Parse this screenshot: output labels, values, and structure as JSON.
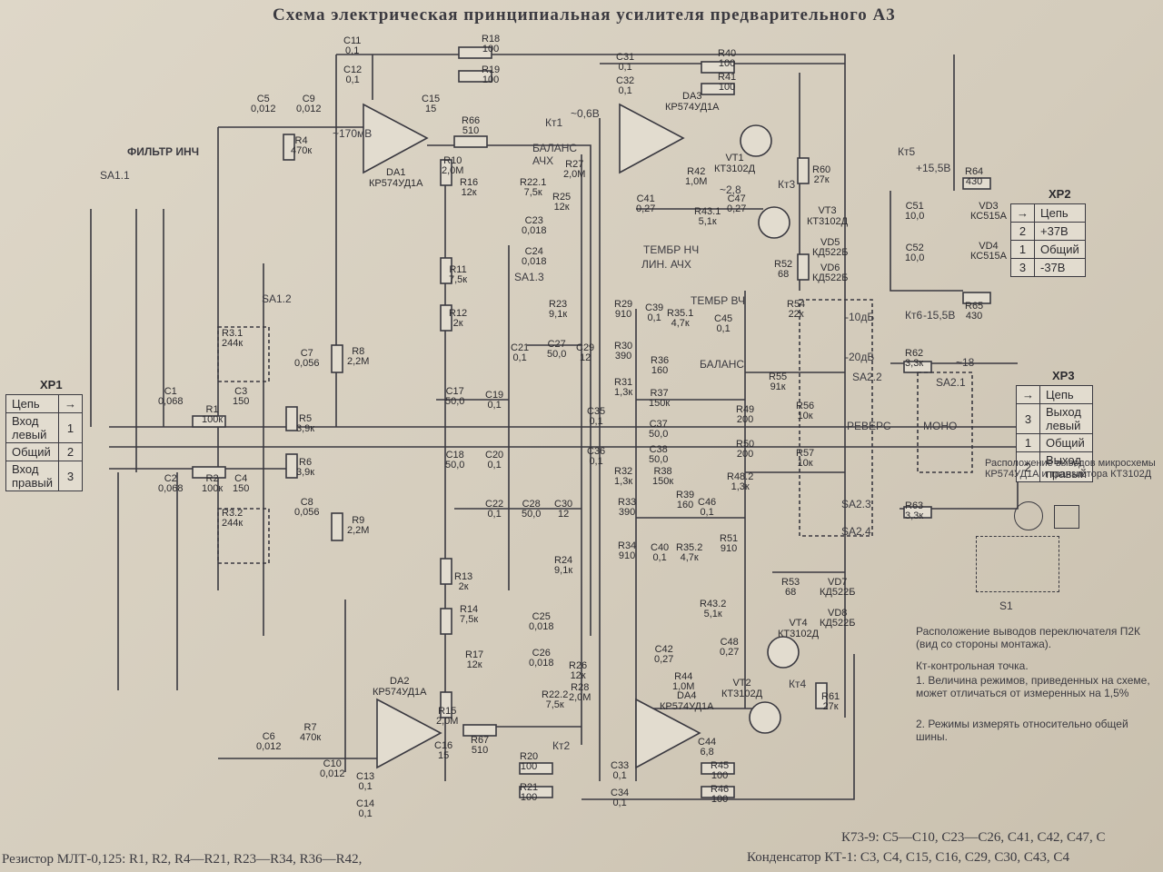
{
  "title": "Схема электрическая принципиальная усилителя предварительного А3",
  "connectors": {
    "xp1": {
      "name": "XP1",
      "rows": [
        {
          "label": "Цепь",
          "pin": "→"
        },
        {
          "label": "Вход левый",
          "pin": "1"
        },
        {
          "label": "Общий",
          "pin": "2"
        },
        {
          "label": "Вход правый",
          "pin": "3"
        }
      ]
    },
    "xp2": {
      "name": "XP2",
      "rows": [
        {
          "pin": "→",
          "label": "Цепь"
        },
        {
          "pin": "2",
          "label": "+37В"
        },
        {
          "pin": "1",
          "label": "Общий"
        },
        {
          "pin": "3",
          "label": "-37В"
        }
      ]
    },
    "xp3": {
      "name": "XP3",
      "rows": [
        {
          "pin": "→",
          "label": "Цепь"
        },
        {
          "pin": "3",
          "label": "Выход левый"
        },
        {
          "pin": "1",
          "label": "Общий"
        },
        {
          "pin": "2",
          "label": "Выход правый"
        }
      ]
    }
  },
  "chips": [
    {
      "name": "DA1",
      "part": "КР574УД1А"
    },
    {
      "name": "DA2",
      "part": "КР574УД1А"
    },
    {
      "name": "DA3",
      "part": "КР574УД1А"
    },
    {
      "name": "DA4",
      "part": "КР574УД1А"
    }
  ],
  "transistors": [
    {
      "name": "VT1",
      "part": "КТ3102Д"
    },
    {
      "name": "VT2",
      "part": "КТ3102Д"
    },
    {
      "name": "VT3",
      "part": "КТ3102Д"
    },
    {
      "name": "VT4",
      "part": "КТ3102Д"
    }
  ],
  "components": [
    {
      "ref": "R18",
      "value": "100"
    },
    {
      "ref": "R19",
      "value": "100"
    },
    {
      "ref": "R40",
      "value": "100"
    },
    {
      "ref": "R41",
      "value": "100"
    },
    {
      "ref": "C11",
      "value": "0,1"
    },
    {
      "ref": "C12",
      "value": "0,1"
    },
    {
      "ref": "C31",
      "value": "0,1"
    },
    {
      "ref": "C32",
      "value": "0,1"
    },
    {
      "ref": "C5",
      "value": "0,012"
    },
    {
      "ref": "C9",
      "value": "0,012"
    },
    {
      "ref": "R4",
      "value": "470к"
    },
    {
      "ref": "C15",
      "value": "15"
    },
    {
      "ref": "R66",
      "value": "510"
    },
    {
      "ref": "R10",
      "value": "2,0М"
    },
    {
      "ref": "R16",
      "value": "12к"
    },
    {
      "ref": "R27",
      "value": "2,0М"
    },
    {
      "ref": "R22.1",
      "value": "7,5к"
    },
    {
      "ref": "R25",
      "value": "12к"
    },
    {
      "ref": "C23",
      "value": "0,018"
    },
    {
      "ref": "C24",
      "value": "0,018"
    },
    {
      "ref": "R11",
      "value": "7,5к"
    },
    {
      "ref": "R12",
      "value": "2к"
    },
    {
      "ref": "R23",
      "value": "9,1к"
    },
    {
      "ref": "C21",
      "value": "0,1"
    },
    {
      "ref": "C27",
      "value": "50,0"
    },
    {
      "ref": "C29",
      "value": "12"
    },
    {
      "ref": "R8",
      "value": "2,2М"
    },
    {
      "ref": "R9",
      "value": "2,2М"
    },
    {
      "ref": "C17",
      "value": "50,0"
    },
    {
      "ref": "C19",
      "value": "0,1"
    },
    {
      "ref": "C18",
      "value": "50,0"
    },
    {
      "ref": "C20",
      "value": "0,1"
    },
    {
      "ref": "C22",
      "value": "0,1"
    },
    {
      "ref": "C28",
      "value": "50,0"
    },
    {
      "ref": "C30",
      "value": "12"
    },
    {
      "ref": "R13",
      "value": "2к"
    },
    {
      "ref": "R24",
      "value": "9,1к"
    },
    {
      "ref": "R14",
      "value": "7,5к"
    },
    {
      "ref": "C25",
      "value": "0,018"
    },
    {
      "ref": "R17",
      "value": "12к"
    },
    {
      "ref": "C26",
      "value": "0,018"
    },
    {
      "ref": "R26",
      "value": "12к"
    },
    {
      "ref": "R22.2",
      "value": "7,5к"
    },
    {
      "ref": "R28",
      "value": "2,0М"
    },
    {
      "ref": "R15",
      "value": "2,0М"
    },
    {
      "ref": "R67",
      "value": "510"
    },
    {
      "ref": "R20",
      "value": "100"
    },
    {
      "ref": "R21",
      "value": "100"
    },
    {
      "ref": "C13",
      "value": "0,1"
    },
    {
      "ref": "C14",
      "value": "0,1"
    },
    {
      "ref": "C16",
      "value": "15"
    },
    {
      "ref": "C6",
      "value": "0,012"
    },
    {
      "ref": "C10",
      "value": "0,012"
    },
    {
      "ref": "R7",
      "value": "470к"
    },
    {
      "ref": "C1",
      "value": "0,068"
    },
    {
      "ref": "R1",
      "value": "100к"
    },
    {
      "ref": "C3",
      "value": "150"
    },
    {
      "ref": "C2",
      "value": "0,068"
    },
    {
      "ref": "R2",
      "value": "100к"
    },
    {
      "ref": "C4",
      "value": "150"
    },
    {
      "ref": "R3.1",
      "value": "244к"
    },
    {
      "ref": "R3.2",
      "value": "244к"
    },
    {
      "ref": "C7",
      "value": "0,056"
    },
    {
      "ref": "C8",
      "value": "0,056"
    },
    {
      "ref": "R5",
      "value": "3,9к"
    },
    {
      "ref": "R6",
      "value": "3,9к"
    },
    {
      "ref": "R42",
      "value": "1,0М"
    },
    {
      "ref": "R60",
      "value": "27к"
    },
    {
      "ref": "C41",
      "value": "0,27"
    },
    {
      "ref": "C47",
      "value": "0,27"
    },
    {
      "ref": "R43.1",
      "value": "5,1к"
    },
    {
      "ref": "R52",
      "value": "68"
    },
    {
      "ref": "VD5",
      "value": "КД522Б"
    },
    {
      "ref": "VD6",
      "value": "КД522Б"
    },
    {
      "ref": "R64",
      "value": "430"
    },
    {
      "ref": "R65",
      "value": "430"
    },
    {
      "ref": "C51",
      "value": "10,0"
    },
    {
      "ref": "C52",
      "value": "10,0"
    },
    {
      "ref": "VD3",
      "value": "КС515А"
    },
    {
      "ref": "VD4",
      "value": "КС515А"
    },
    {
      "ref": "R62",
      "value": "3,3к"
    },
    {
      "ref": "R63",
      "value": "3,3к"
    },
    {
      "ref": "R29",
      "value": "910"
    },
    {
      "ref": "C39",
      "value": "0,1"
    },
    {
      "ref": "R35.1",
      "value": "4,7к"
    },
    {
      "ref": "C45",
      "value": "0,1"
    },
    {
      "ref": "R30",
      "value": "390"
    },
    {
      "ref": "R31",
      "value": "1,3к"
    },
    {
      "ref": "R36",
      "value": "160"
    },
    {
      "ref": "R37",
      "value": "150к"
    },
    {
      "ref": "C35",
      "value": "0,1"
    },
    {
      "ref": "C37",
      "value": "50,0"
    },
    {
      "ref": "C36",
      "value": "0,1"
    },
    {
      "ref": "C38",
      "value": "50,0"
    },
    {
      "ref": "R32",
      "value": "1,3к"
    },
    {
      "ref": "R38",
      "value": "150к"
    },
    {
      "ref": "R33",
      "value": "390"
    },
    {
      "ref": "R39",
      "value": "160"
    },
    {
      "ref": "C46",
      "value": "0,1"
    },
    {
      "ref": "R34",
      "value": "910"
    },
    {
      "ref": "C40",
      "value": "0,1"
    },
    {
      "ref": "R35.2",
      "value": "4,7к"
    },
    {
      "ref": "R51",
      "value": "910"
    },
    {
      "ref": "R49",
      "value": "200"
    },
    {
      "ref": "R50",
      "value": "200"
    },
    {
      "ref": "R55",
      "value": "91к"
    },
    {
      "ref": "R56",
      "value": "10к"
    },
    {
      "ref": "R57",
      "value": "10к"
    },
    {
      "ref": "R54",
      "value": "22к"
    },
    {
      "ref": "R48.2",
      "value": "1,3к"
    },
    {
      "ref": "R43.2",
      "value": "5,1к"
    },
    {
      "ref": "C42",
      "value": "0,27"
    },
    {
      "ref": "C48",
      "value": "0,27"
    },
    {
      "ref": "R44",
      "value": "1,0М"
    },
    {
      "ref": "R53",
      "value": "68"
    },
    {
      "ref": "VD7",
      "value": "КД522Б"
    },
    {
      "ref": "VD8",
      "value": "КД522Б"
    },
    {
      "ref": "R61",
      "value": "27к"
    },
    {
      "ref": "C44",
      "value": "6,8"
    },
    {
      "ref": "R45",
      "value": "100"
    },
    {
      "ref": "R46",
      "value": "100"
    },
    {
      "ref": "C33",
      "value": "0,1"
    },
    {
      "ref": "C34",
      "value": "0,1"
    }
  ],
  "labels": {
    "filter": "ФИЛЬТР ИНЧ",
    "balance_afc": "БАЛАНС АЧХ",
    "balance": "БАЛАНС",
    "tone_lf": "ТЕМБР НЧ",
    "lin_afc": "ЛИН. АЧХ",
    "tone_hf": "ТЕМБР ВЧ",
    "reverse": "РЕВЕРС",
    "mono": "МОНО",
    "minus10db": "-10дБ",
    "minus20db": "-20дБ",
    "v170": "~170мВ",
    "v0_6": "~0,6В",
    "v2_8": "~2,8",
    "v18": "~18",
    "plus15": "+15,5В",
    "minus15": "-15,5В",
    "kt1": "Кт1",
    "kt2": "Кт2",
    "kt3": "Кт3",
    "kt4": "Кт4",
    "kt5": "Кт5",
    "kt6": "Кт6",
    "sa11": "SA1.1",
    "sa12": "SA1.2",
    "sa13": "SA1.3",
    "sa21": "SA2.1",
    "sa22": "SA2.2",
    "sa23": "SA2.3",
    "sa24": "SA2.4"
  },
  "pinout_note": {
    "title": "Расположение выводов микросхемы КР574УД1А и транзистора КТ3102Д",
    "switch_title": "Расположение выводов переключателя П2К (вид со стороны монтажа).",
    "kt": "Кт-контрольная точка.",
    "n1": "1. Величина режимов, приведенных на схеме, может отличаться от измеренных на 1,5%",
    "n2": "2. Режимы измерять относительно общей шины.",
    "s1": "S1"
  },
  "footer": {
    "left": "Резистор МЛТ-0,125: R1, R2, R4—R21, R23—R34, R36—R42,",
    "right1": "К73-9: С5—С10, С23—С26, С41, С42, С47, С",
    "right2": "Конденсатор КТ-1: С3, С4, С15, С16, С29, С30, С43, С4"
  }
}
